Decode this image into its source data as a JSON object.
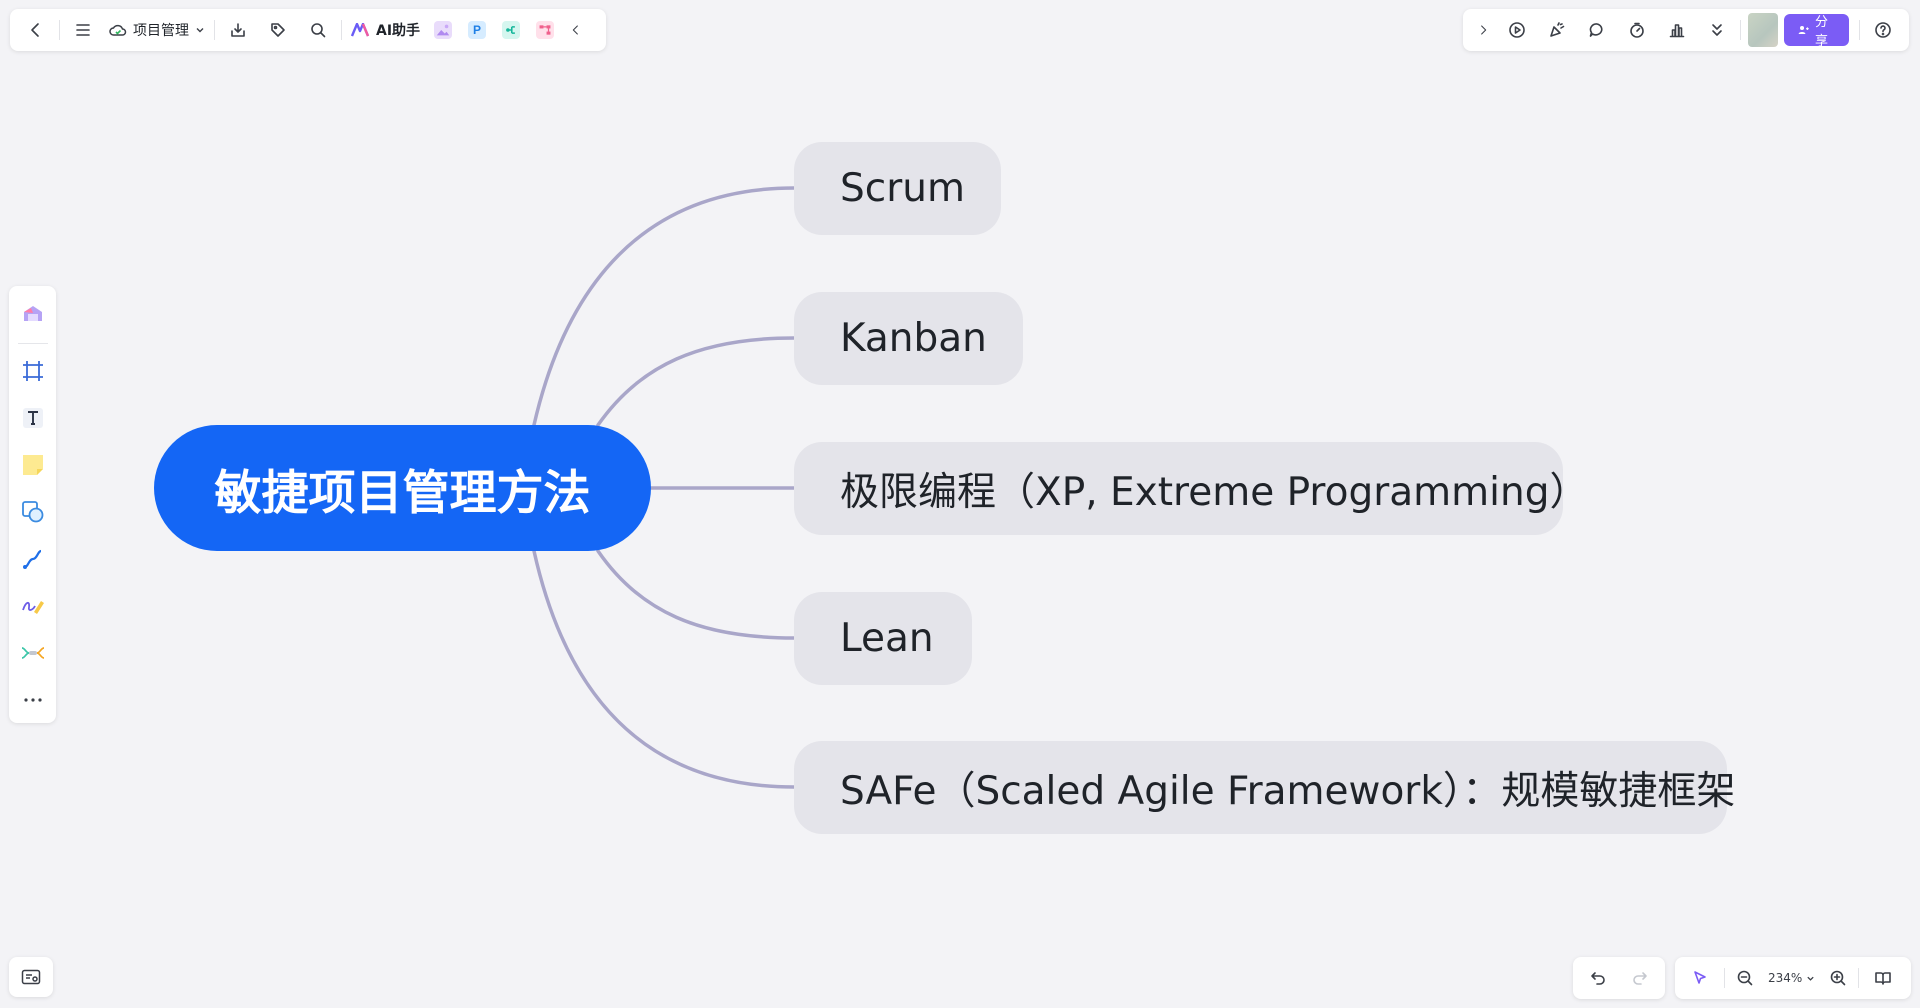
{
  "toolbar": {
    "doc_title": "项目管理",
    "ai_label": "AI助手",
    "share_label": "分享"
  },
  "mindmap": {
    "root": "敏捷项目管理方法",
    "branches": [
      "Scrum",
      "Kanban",
      "极限编程（XP, Extreme Programming）",
      "Lean",
      "SAFe（Scaled Agile Framework）：规模敏捷框架"
    ]
  },
  "zoom": {
    "level": "234%"
  },
  "colors": {
    "root_fill": "#1466f5",
    "node_fill": "#e4e4ea",
    "connector": "#a9a6c9",
    "share_button": "#7b5cf5",
    "canvas_bg": "#f3f3f6"
  }
}
